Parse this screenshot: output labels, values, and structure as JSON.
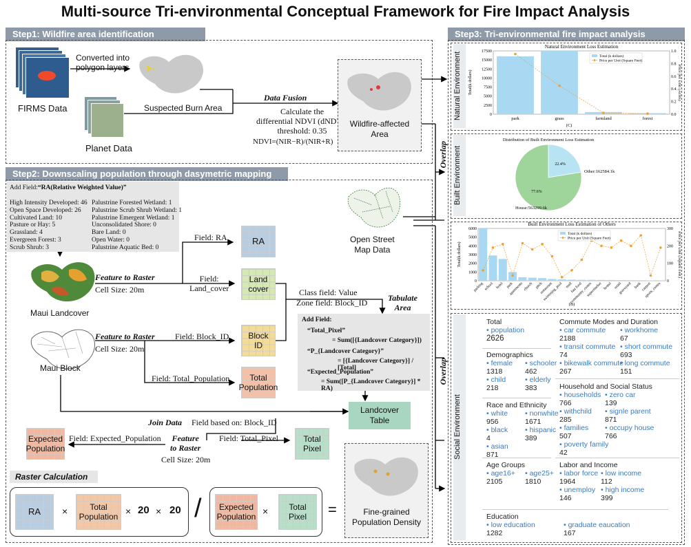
{
  "title": "Multi-source Tri-environmental Conceptual Framework for Fire Impact Analysis",
  "step1": {
    "header": "Step1:  Wildfire area  identification",
    "converted": "Converted into\npolygon layers",
    "firms": "FIRMS Data",
    "planet": "Planet Data",
    "suspected": "Suspected Burn Area",
    "fusion": "Data Fusion",
    "calc": "Calculate the\ndifferential NDVI (dNDVI)\nthreshold: 0.35",
    "ndvi": "NDVI=(NIR−R)/(NIR+R)",
    "affected": "Wildfire-affected\nArea"
  },
  "step2": {
    "header": "Step2:  Downscaling population through dasymetric mapping",
    "add_field": "Add Field:",
    "rwv": "“RA(Relative Weighted Value)”",
    "left_list": [
      "High Intensity Developed: 46",
      "Open Space Developed: 26",
      "Cultivated Land: 10",
      "Pasture or Hay: 5",
      "Grassland: 4",
      "Evergreen Forest: 3",
      "Scrub Shrub: 3"
    ],
    "right_list": [
      "Palustrine Forested Wetland: 1",
      "Palustrine Scrub Shrub Wetland: 1",
      "Palustrine Emergent Wetland: 1",
      "Unconsolidated Shore: 0",
      "Bare Land: 0",
      "Open Water: 0",
      "Palustrine Aquatic Bed: 0"
    ],
    "ftr": "Feature to Raster",
    "cell": "Cell Size: 20m",
    "maui_landcover": "Maui Landcover",
    "maui_block": "Maui Block",
    "field_ra": "Field: RA",
    "field_lc": "Field:\nLand_cover",
    "field_block": "Field: Block_ID",
    "field_tp": "Field: Total_Population",
    "ra": "RA",
    "landcover": "Land\ncover",
    "block_id": "Block\nID",
    "total_pop": "Total\nPopulation",
    "class_field": "Class field: Value",
    "zone_field": "Zone field: Block_ID",
    "tabulate": "Tabulate\nArea",
    "add_field2": "Add Field:",
    "f1": "“Total_Pixel”",
    "f1b": "= Sum([{Landcover Category}])",
    "f2": "“P_{Landcover Category}”",
    "f2b": "= [{Landcover Category}] / [Total]",
    "f3": "“Expected_Population”",
    "f3b": "= Sum([P_{Landcover Category}] * RA)",
    "landcover_table": "Landcover\nTable",
    "join": "Join Data",
    "field_based": "Field based on: Block_ID",
    "field_ep": "Field: Expected_Population",
    "field_tpx": "Field: Total_Pixel",
    "ftr2": "Feature\nto Raster",
    "cell2": "Cell Size: 20m",
    "expected_pop": "Expected\nPopulation",
    "total_pixel": "Total\nPixel",
    "raster_calc": "Raster Calculation",
    "eq_ra": "RA",
    "eq_x": "×",
    "eq_tp": "Total\nPopulation",
    "eq_20a": "20",
    "eq_20b": "20",
    "eq_div": "/",
    "eq_ep": "Expected\nPopulation",
    "eq_tpx": "Total\nPixel",
    "eq_eq": "=",
    "fine": "Fine-grained\nPopulation Density",
    "osm": "Open Street\nMap Data"
  },
  "overlap": "Overlap",
  "step3": {
    "header": "Step3:  Tri-environmental fire impact analysis",
    "natural": "Natural Environment",
    "built": "Built Environment",
    "social": "Social Environment"
  },
  "charts": {
    "natural": {
      "type": "bar",
      "title": "Natural Environment Loss Estimation",
      "categories": [
        "park",
        "grass",
        "farmland",
        "forest"
      ],
      "series": [
        {
          "name": "Total (k dollars)",
          "values": [
            16000,
            17500,
            600,
            300
          ]
        },
        {
          "name": "Price per Unit (Square Feet)",
          "values": [
            0.95,
            0.45,
            0.02,
            0.01
          ]
        }
      ],
      "ylabel": "Total(k dollars)",
      "ylabel2": "Price per Unit (Acres)",
      "ylim": [
        0,
        17500
      ],
      "y2lim": [
        0,
        1.0
      ],
      "yticks": [
        "0",
        "2500",
        "5000",
        "7500",
        "10000",
        "12500",
        "15000",
        "17500"
      ],
      "y2ticks": [
        "0.0",
        "0.2",
        "0.4",
        "0.6",
        "0.8",
        "1.0"
      ],
      "caption": "(C)"
    },
    "built_pie": {
      "type": "pie",
      "title": "Distribution of Built Environment Loss Estimation",
      "slices": [
        {
          "name": "House",
          "label": "House:563299.6k",
          "pct_label": "77.6%",
          "value": 77.6
        },
        {
          "name": "Other",
          "label": "Other:162584.1k",
          "pct_label": "22.4%",
          "value": 22.4
        }
      ]
    },
    "built_other": {
      "type": "bar",
      "title": "Built Environment Loss Estimation of Others",
      "categories": [
        "parking",
        "school",
        "hotel",
        "park",
        "apartments",
        "church",
        "pitch",
        "restaurant",
        "swimming_pool",
        "mall",
        "fast food",
        "community_centre",
        "supermarket",
        "hostel",
        "retail",
        "graveyard",
        "bank",
        "carport",
        "sports_centre"
      ],
      "series": [
        {
          "name": "Total (k dollars)",
          "values": [
            6000,
            2900,
            2500,
            1000,
            400,
            350,
            300,
            200,
            150,
            120,
            100,
            100,
            90,
            80,
            70,
            60,
            50,
            40,
            30
          ]
        },
        {
          "name": "Price per Unit (Square Feet)",
          "values": [
            60,
            190,
            210,
            30,
            215,
            180,
            210,
            140,
            20,
            60,
            120,
            230,
            200,
            190,
            230,
            200,
            260,
            30,
            190
          ]
        }
      ],
      "ylabel": "Total(k dollars)",
      "ylabel2": "Price per Unit (Square Feet)",
      "ylim": [
        0,
        6000
      ],
      "y2lim": [
        0,
        300
      ],
      "yticks": [
        "0",
        "1000",
        "2000",
        "3000",
        "4000",
        "5000",
        "6000"
      ],
      "y2ticks": [
        "0",
        "100",
        "200",
        "300"
      ],
      "caption": "(B)"
    }
  },
  "social": {
    "total": {
      "h": "Total",
      "k": "population",
      "v": "2626"
    },
    "demo": {
      "h": "Demographics",
      "items": [
        [
          "female",
          "1318"
        ],
        [
          "schooler",
          "462"
        ],
        [
          "child",
          "218"
        ],
        [
          "elderly",
          "383"
        ]
      ]
    },
    "race": {
      "h": "Race and Ethnicity",
      "items": [
        [
          "white",
          "956"
        ],
        [
          "nonwhite",
          "1671"
        ],
        [
          "black",
          "4"
        ],
        [
          "hispanic",
          "389"
        ],
        [
          "asian",
          "871"
        ]
      ]
    },
    "age": {
      "h": "Age Groups",
      "items": [
        [
          "age16+",
          "2105"
        ],
        [
          "age25+",
          "1810"
        ]
      ]
    },
    "edu": {
      "h": "Education",
      "items": [
        [
          "low education",
          "1282"
        ],
        [
          "graduate eaucation",
          "167"
        ]
      ]
    },
    "commute": {
      "h": "Commute Modes and Duration",
      "items": [
        [
          "car commute",
          "2188"
        ],
        [
          "workhome",
          "67"
        ],
        [
          "transit commute",
          "74"
        ],
        [
          "short commute",
          "693"
        ],
        [
          "bikewalk commute",
          "267"
        ],
        [
          "long commute",
          "151"
        ]
      ]
    },
    "house": {
      "h": "Household and Social Status",
      "items": [
        [
          "households",
          "766"
        ],
        [
          "zero car",
          "139"
        ],
        [
          "withchild",
          "285"
        ],
        [
          "signle parent",
          "871"
        ],
        [
          "families",
          "507"
        ],
        [
          "occupy house",
          "766"
        ],
        [
          "poverty family",
          "42"
        ]
      ]
    },
    "labor": {
      "h": "Labor and Income",
      "items": [
        [
          "labor force",
          "1964"
        ],
        [
          "low income",
          "112"
        ],
        [
          "unemploy",
          "146"
        ],
        [
          "high income",
          "399"
        ]
      ]
    }
  },
  "colors": {
    "header": "#8e9aa8",
    "ra": "#8fb0cf",
    "landcover": "#d6e8b5",
    "block": "#f3d98c",
    "pop": "#f0a88a",
    "pixel": "#9fd0b3",
    "bar": "#a9d8f2",
    "line": "#f0a030",
    "pie_green": "#9fd49a",
    "pie_blue": "#b7e3f2"
  }
}
